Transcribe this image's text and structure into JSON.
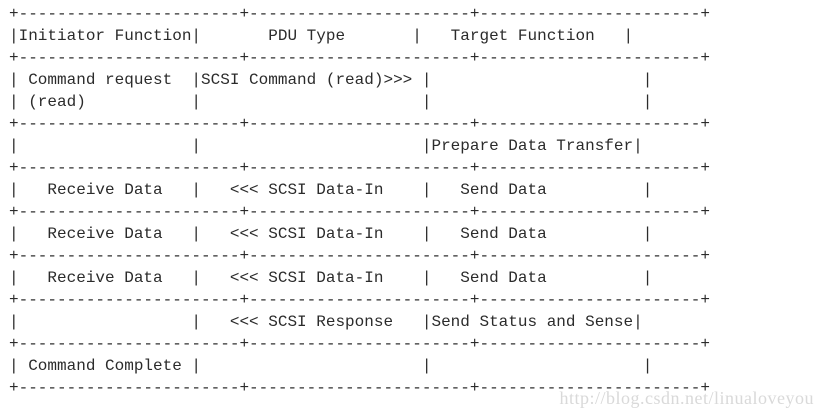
{
  "table": {
    "lines": [
      "+-----------------------+-----------------------+-----------------------+",
      "|Initiator Function|       PDU Type       |   Target Function   |",
      "+-----------------------+-----------------------+-----------------------+",
      "| Command request  |SCSI Command (read)>>> |                      |",
      "| (read)           |                       |                      |",
      "+-----------------------+-----------------------+-----------------------+",
      "|                  |                       |Prepare Data Transfer|",
      "+-----------------------+-----------------------+-----------------------+",
      "|   Receive Data   |   <<< SCSI Data-In    |   Send Data          |",
      "+-----------------------+-----------------------+-----------------------+",
      "|   Receive Data   |   <<< SCSI Data-In    |   Send Data          |",
      "+-----------------------+-----------------------+-----------------------+",
      "|   Receive Data   |   <<< SCSI Data-In    |   Send Data          |",
      "+-----------------------+-----------------------+-----------------------+",
      "|                  |   <<< SCSI Response   |Send Status and Sense|",
      "+-----------------------+-----------------------+-----------------------+",
      "| Command Complete |                       |                      |",
      "+-----------------------+-----------------------+-----------------------+"
    ]
  },
  "watermark": "http://blog.csdn.net/linualoveyou"
}
